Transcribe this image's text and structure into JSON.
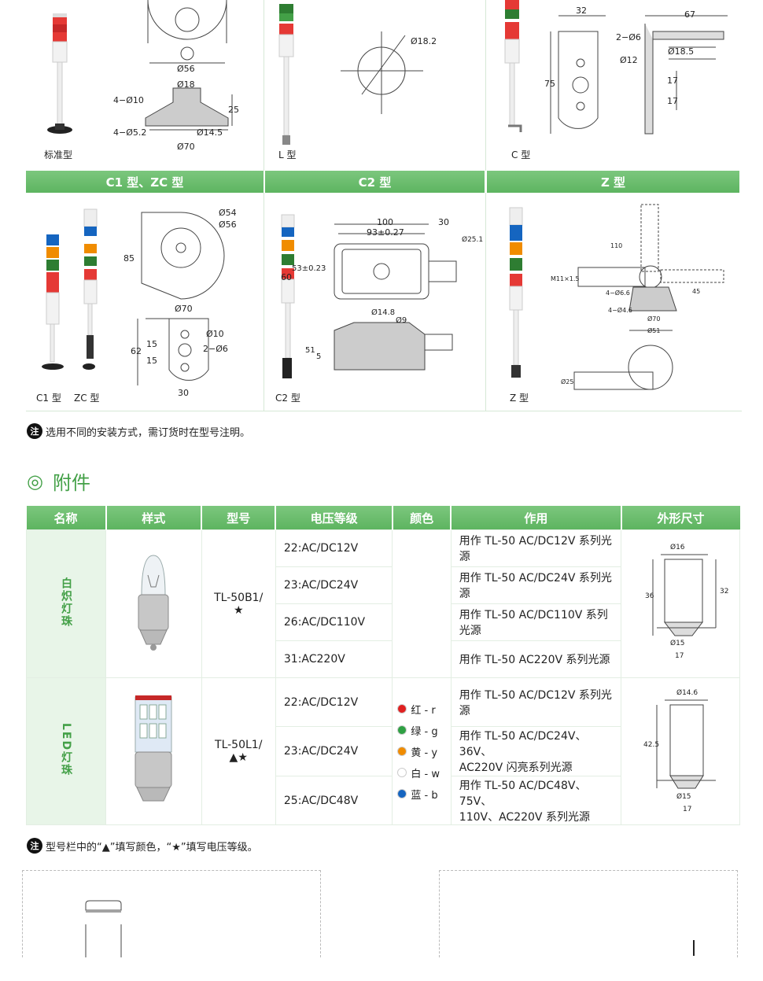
{
  "top_row": {
    "standard": {
      "caption": "标准型",
      "dims": {
        "d56": "Ø56",
        "d18": "Ø18",
        "d10": "4−Ø10",
        "d52": "4−Ø5.2",
        "d145": "Ø14.5",
        "d70": "Ø70",
        "h25": "25"
      }
    },
    "l_type": {
      "caption": "L 型",
      "dims": {
        "d182": "Ø18.2"
      }
    },
    "c_type": {
      "caption": "C 型",
      "dims": {
        "w32": "32",
        "w67": "67",
        "h6": "2−Ø6",
        "d12": "Ø12",
        "d185": "Ø18.5",
        "h75": "75",
        "h17a": "17",
        "h17b": "17"
      }
    }
  },
  "headers": {
    "c1_zc": "C1 型、ZC 型",
    "c2": "C2 型",
    "z": "Z 型"
  },
  "mid_row": {
    "c1zc": {
      "caption_c1": "C1 型",
      "caption_zc": "ZC 型",
      "dims": {
        "d54": "Ø54",
        "d56": "Ø56",
        "h85": "85",
        "d70": "Ø70",
        "d10": "Ø10",
        "h6": "2−Ø6",
        "h62": "62",
        "h15a": "15",
        "h15b": "15",
        "w30": "30"
      }
    },
    "c2": {
      "caption": "C2 型",
      "dims": {
        "w100": "100",
        "w30": "30",
        "w93": "93±0.27",
        "h60": "60",
        "h53": "53±0.23",
        "d251": "Ø25.1",
        "d148": "Ø14.8",
        "d9": "Ø9",
        "h51": "51",
        "h5": "5"
      }
    },
    "z": {
      "caption": "Z 型",
      "dims": {
        "w110": "110",
        "m11": "M11×1.5",
        "h46": "4−Ø6.6",
        "h44": "4−Ø4.6",
        "d70": "Ø70",
        "d25": "Ø25",
        "h45": "45",
        "d51": "Ø51"
      }
    }
  },
  "note1": {
    "icon": "注",
    "text": "选用不同的安装方式，需订货时在型号注明。"
  },
  "section": {
    "icon": "◎",
    "title": "附件"
  },
  "table": {
    "headers": [
      "名称",
      "样式",
      "型号",
      "电压等级",
      "颜色",
      "作用",
      "外形尺寸"
    ],
    "groups": [
      {
        "name": "白炽灯珠",
        "model": "TL-50B1/ ★",
        "rows": [
          {
            "voltage": "22:AC/DC12V",
            "use": "用作 TL-50 AC/DC12V 系列光源"
          },
          {
            "voltage": "23:AC/DC24V",
            "use": "用作 TL-50 AC/DC24V 系列光源"
          },
          {
            "voltage": "26:AC/DC110V",
            "use": "用作 TL-50 AC/DC110V 系列光源"
          },
          {
            "voltage": "31:AC220V",
            "use": "用作 TL-50 AC220V 系列光源"
          }
        ],
        "dims": {
          "top": "Ø16",
          "h1": "36",
          "h2": "32",
          "bot": "Ø15",
          "w": "17"
        }
      },
      {
        "name": "LED灯珠",
        "model": "TL-50L1/ ▲★",
        "rows": [
          {
            "voltage": "22:AC/DC12V",
            "use1": "用作 TL-50 AC/DC12V 系列光源",
            "use2": ""
          },
          {
            "voltage": "23:AC/DC24V",
            "use1": "用作 TL-50 AC/DC24V、36V、",
            "use2": "AC220V 闪亮系列光源"
          },
          {
            "voltage": "25:AC/DC48V",
            "use1": "用作 TL-50 AC/DC48V、75V、",
            "use2": "110V、AC220V 系列光源"
          }
        ],
        "colors": [
          {
            "label": "红 - r",
            "hex": "#e02020"
          },
          {
            "label": "绿 - g",
            "hex": "#2ea043"
          },
          {
            "label": "黄 - y",
            "hex": "#f08c00"
          },
          {
            "label": "白 - w",
            "hex": "#ffffff"
          },
          {
            "label": "蓝 - b",
            "hex": "#1565c0"
          }
        ],
        "dims": {
          "top": "Ø14.6",
          "h1": "42.5",
          "bot": "Ø15",
          "w": "17"
        }
      }
    ]
  },
  "note2": {
    "icon": "注",
    "text": "型号栏中的“▲”填写颜色，“★”填写电压等级。"
  },
  "colors": {
    "green": "#66bb6a",
    "green_light": "#e8f5e8",
    "green_text": "#43a047"
  }
}
